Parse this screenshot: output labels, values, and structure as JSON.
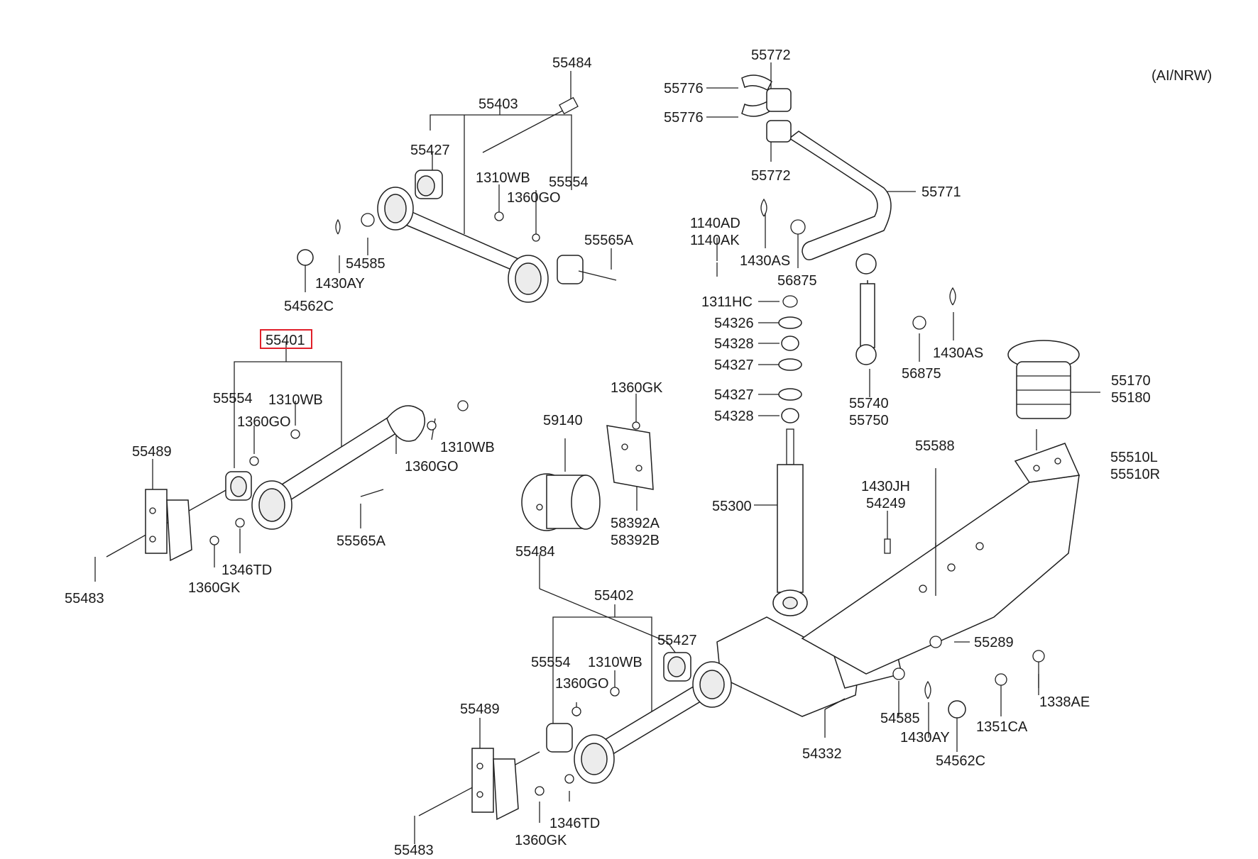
{
  "variant_code": "(AI/NRW)",
  "highlighted_part": "55401",
  "labels": {
    "l55484_top": "55484",
    "l55403": "55403",
    "l55427_top": "55427",
    "l1310WB_top": "1310WB",
    "l1360GO_top": "1360GO",
    "l55554_top": "55554",
    "l55565A_top": "55565A",
    "l54585_top": "54585",
    "l1430AY_top": "1430AY",
    "l54562C_top": "54562C",
    "l55401": "55401",
    "l55554_mid": "55554",
    "l1310WB_mid": "1310WB",
    "l1360GO_mid": "1360GO",
    "l1310WB_mid2": "1310WB",
    "l1360GO_mid2": "1360GO",
    "l55489_top": "55489",
    "l55565A_mid": "55565A",
    "l1346TD_top": "1346TD",
    "l1360GK_left": "1360GK",
    "l55483_top": "55483",
    "l55772_top": "55772",
    "l55776_a": "55776",
    "l55776_b": "55776",
    "l55772_b": "55772",
    "l55771": "55771",
    "l1140AD": "1140AD",
    "l1140AK": "1140AK",
    "l1430AS_top": "1430AS",
    "l56875_top": "56875",
    "l1311HC": "1311HC",
    "l54326": "54326",
    "l54328_a": "54328",
    "l54327_a": "54327",
    "l54327_b": "54327",
    "l54328_b": "54328",
    "l56875_b": "56875",
    "l1430AS_b": "1430AS",
    "l55740": "55740",
    "l55750": "55750",
    "l55170": "55170",
    "l55180": "55180",
    "l1360GK_mid": "1360GK",
    "l59140": "59140",
    "l58392A": "58392A",
    "l58392B": "58392B",
    "l55300": "55300",
    "l1430JH": "1430JH",
    "l54249": "54249",
    "l55588": "55588",
    "l55510L": "55510L",
    "l55510R": "55510R",
    "l55484_bot": "55484",
    "l55402": "55402",
    "l55427_bot": "55427",
    "l55554_bot": "55554",
    "l1310WB_bot": "1310WB",
    "l1360GO_bot": "1360GO",
    "l55289": "55289",
    "l1338AE": "1338AE",
    "l54585_bot": "54585",
    "l1430AY_bot": "1430AY",
    "l1351CA": "1351CA",
    "l54562C_bot": "54562C",
    "l54332": "54332",
    "l55489_bot": "55489",
    "l1346TD_bot": "1346TD",
    "l1360GK_bot": "1360GK",
    "l55483_bot": "55483"
  }
}
